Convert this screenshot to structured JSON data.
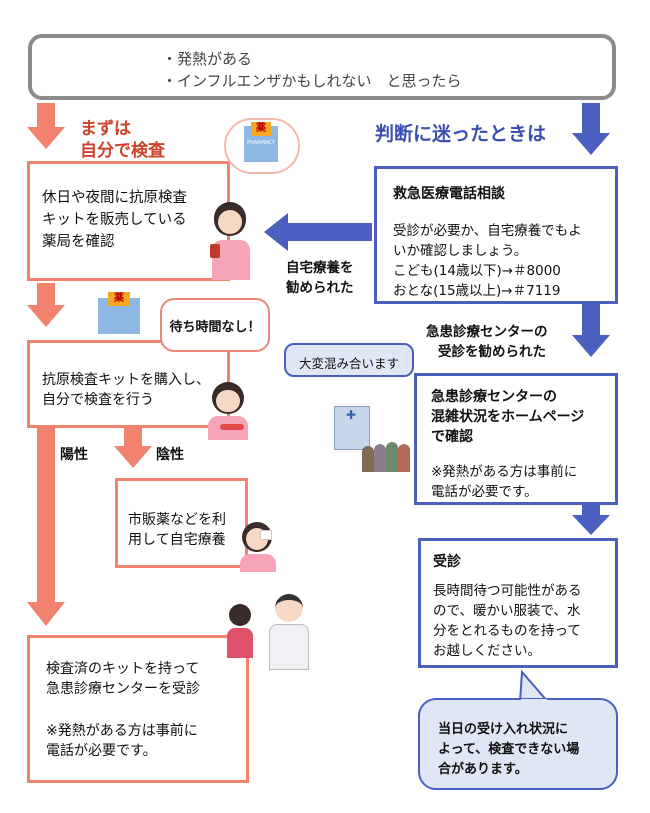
{
  "top_box": {
    "line1": "・発熱がある",
    "line2": "・インフルエンザかもしれない　と思ったら"
  },
  "left": {
    "heading_line1": "まずは",
    "heading_line2": "自分で検査",
    "box1": [
      "休日や夜間に抗原検査",
      "キットを販売している",
      "薬局を確認"
    ],
    "speech_no_wait": "待ち時間なし！",
    "box2": [
      "抗原検査キットを購入し、",
      "自分で検査を行う"
    ],
    "positive_label": "陽性",
    "negative_label": "陰性",
    "box3": [
      "市販薬などを利",
      "用して自宅療養"
    ],
    "box4": [
      "検査済のキットを持って",
      "急患診療センターを受診"
    ],
    "box4_note": [
      "※発熱がある方は事前に",
      "電話が必要です。"
    ]
  },
  "right": {
    "heading": "判断に迷ったときは",
    "box1_title": "救急医療電話相談",
    "box1_body": [
      "受診が必要か、自宅療養でもよ",
      "いか確認しましょう。",
      "こども(14歳以下)→＃8000",
      "おとな(15歳以上)→＃7119"
    ],
    "home_care_label": [
      "自宅療養を",
      "勧められた"
    ],
    "recommended_label": [
      "急患診療センターの",
      "受診を勧められた"
    ],
    "speech_crowded": "大変混み合います",
    "box2_title": [
      "急患診療センターの",
      "混雑状況をホームページ",
      "で確認"
    ],
    "box2_note": [
      "※発熱がある方は事前に",
      "電話が必要です。"
    ],
    "box3_title": "受診",
    "box3_body": [
      "長時間待つ可能性がある",
      "ので、暖かい服装で、水",
      "分をとれるものを持って",
      "お越しください。"
    ],
    "bottom_bubble": [
      "当日の受け入れ状況に",
      "よって、検査できない場",
      "合があります。"
    ]
  },
  "illustrations": {
    "pharmacy_sign": "薬",
    "pharmacy_text": "PHARMACY"
  },
  "colors": {
    "red_arrow": "#f0826e",
    "red_text": "#d0412a",
    "blue": "#4a5fc0",
    "light_blue_fill": "#dfe6f6"
  }
}
